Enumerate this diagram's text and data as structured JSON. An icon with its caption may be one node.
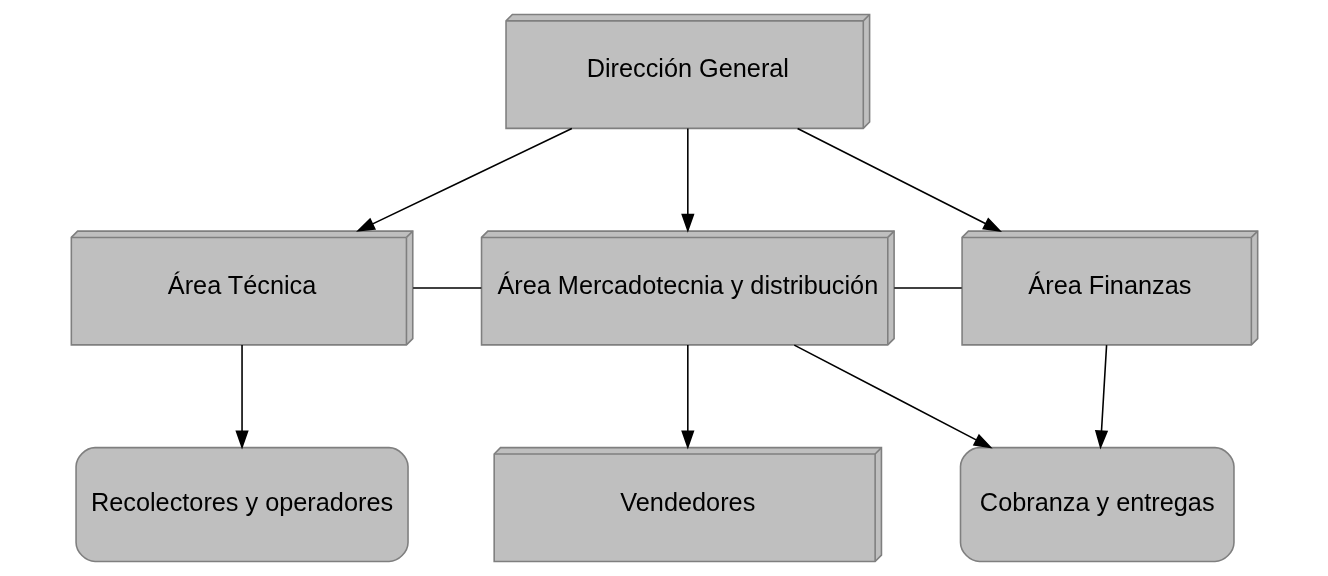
{
  "diagram": {
    "nodes": [
      {
        "text": [
          "Dirección General"
        ]
      },
      {
        "text": [
          "Área Técnica"
        ]
      },
      {
        "text": [
          "Área Mercadotecnia y distribución"
        ]
      },
      {
        "text": [
          "Área Finanzas"
        ]
      },
      {
        "text": [
          "Recolectores y operadores"
        ]
      },
      {
        "text": [
          "Vendedores"
        ]
      },
      {
        "text": [
          "Cobranza y entregas"
        ]
      }
    ],
    "edges": [
      {
        "from": 0,
        "to": 1,
        "arrow": "to"
      },
      {
        "from": 0,
        "to": 2,
        "arrow": "to"
      },
      {
        "from": 0,
        "to": 3,
        "arrow": "to"
      },
      {
        "from": 1,
        "to": 2,
        "arrow": "none"
      },
      {
        "from": 2,
        "to": 3,
        "arrow": "none"
      },
      {
        "from": 1,
        "to": 4,
        "arrow": "to"
      },
      {
        "from": 2,
        "to": 5,
        "arrow": "to"
      },
      {
        "from": 2,
        "to": 6,
        "arrow": "to"
      },
      {
        "from": 3,
        "to": 6,
        "arrow": "to"
      }
    ]
  }
}
